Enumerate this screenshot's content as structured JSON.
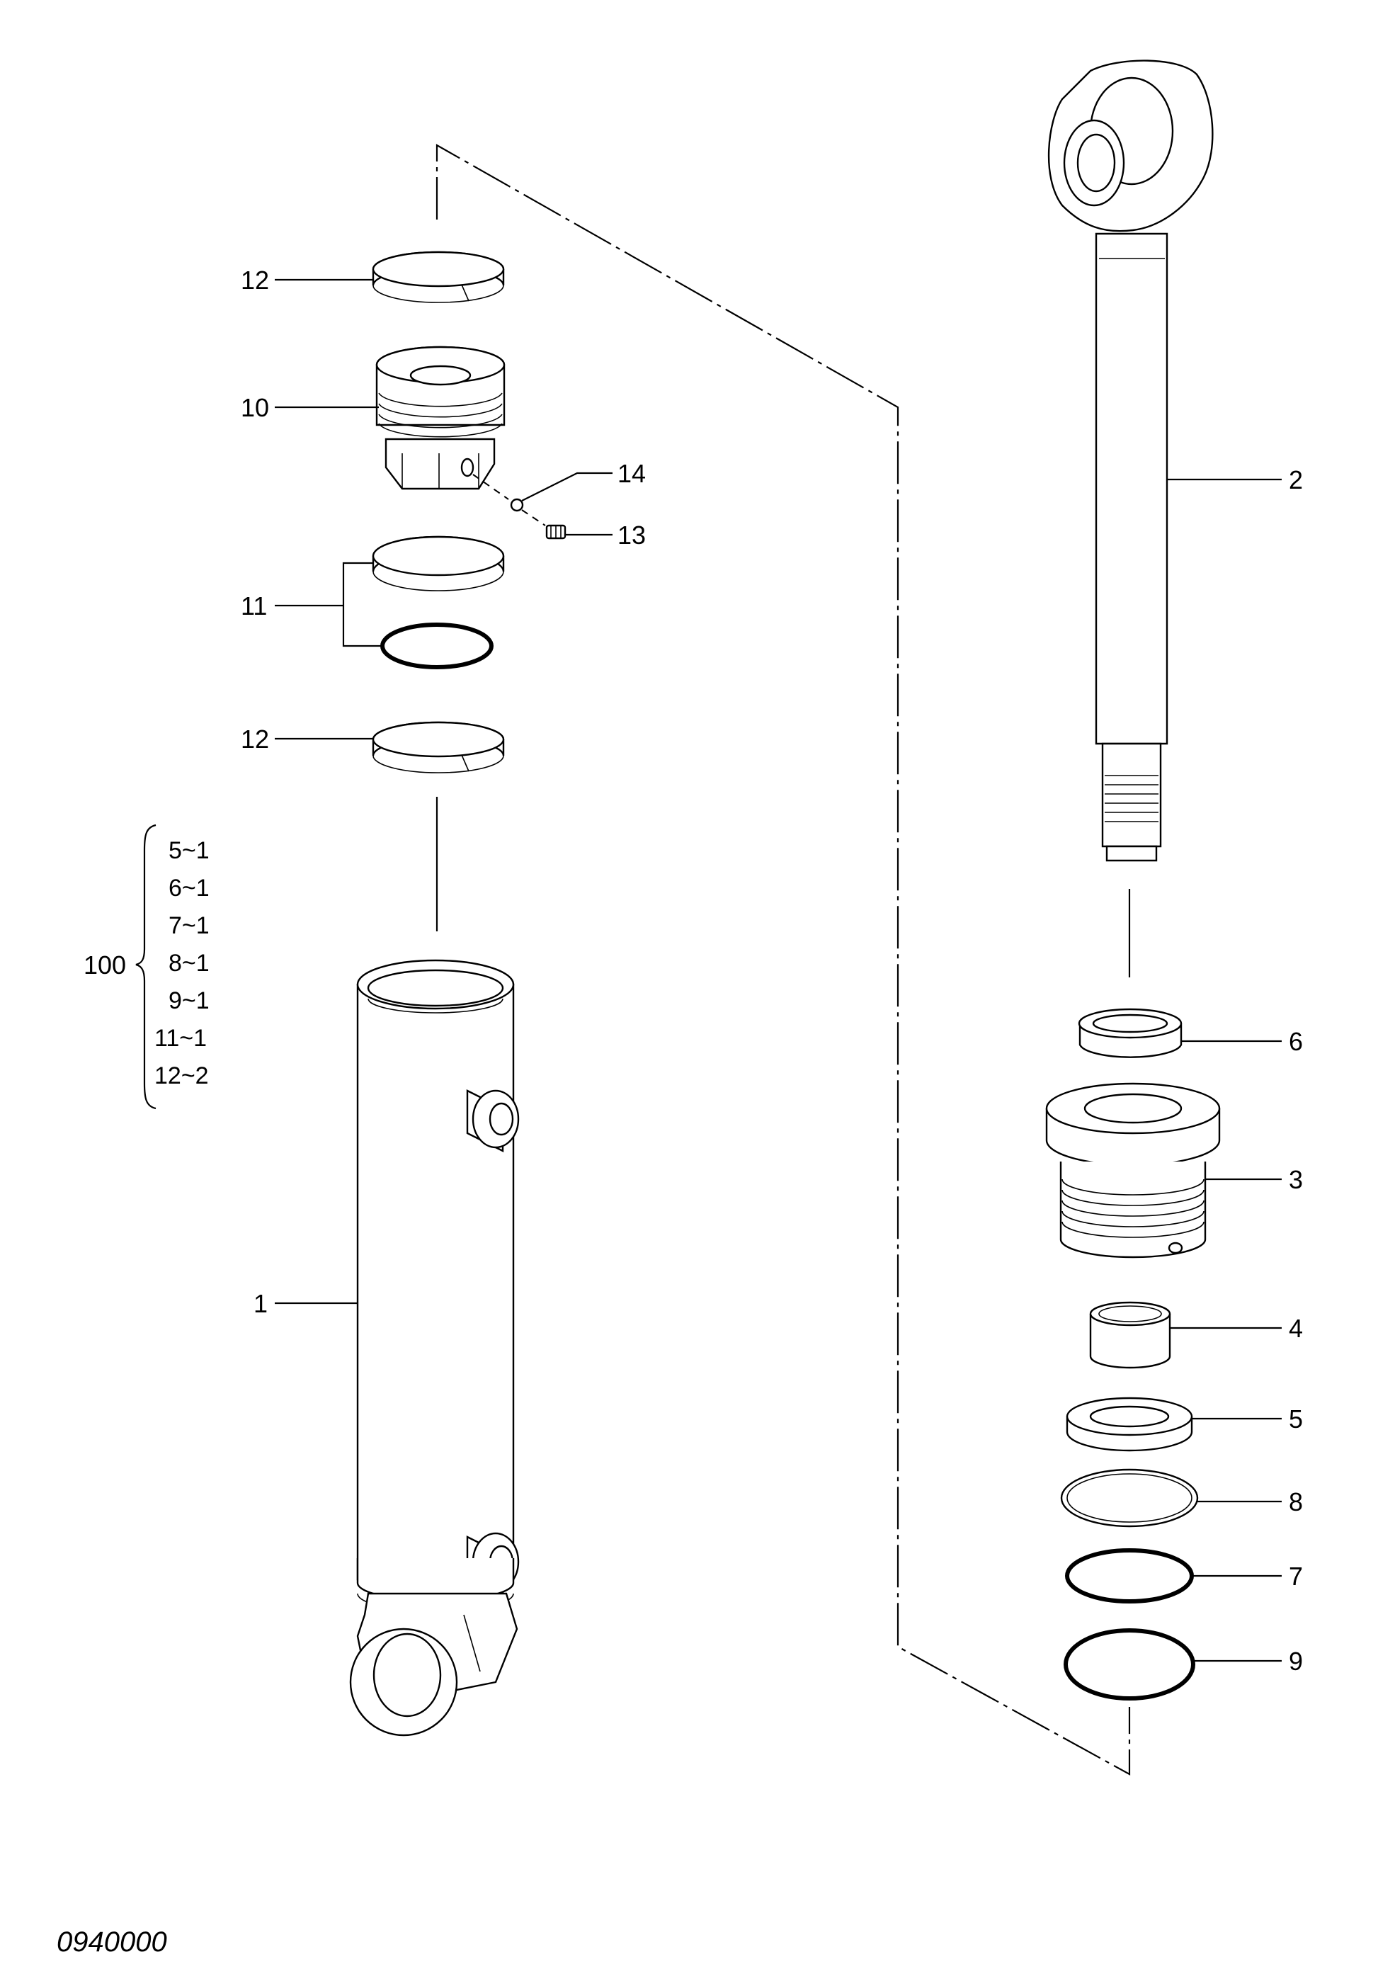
{
  "callouts": {
    "c1": "1",
    "c2": "2",
    "c3": "3",
    "c4": "4",
    "c5": "5",
    "c6": "6",
    "c7": "7",
    "c8": "8",
    "c9": "9",
    "c10": "10",
    "c11": "11",
    "c12_top": "12",
    "c12_bottom": "12",
    "c13": "13",
    "c14": "14"
  },
  "seal_kit": {
    "number": "100",
    "items": [
      "5~1",
      "6~1",
      "7~1",
      "8~1",
      "9~1",
      "11~1",
      "12~2"
    ]
  },
  "drawing_number": "0940000"
}
